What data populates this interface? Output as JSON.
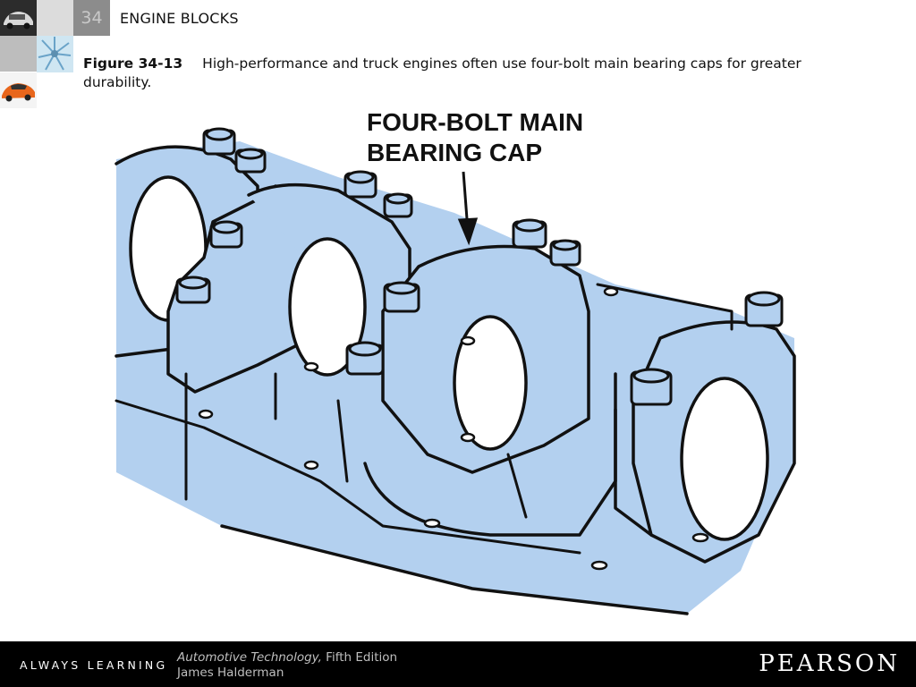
{
  "header": {
    "chapter_number": "34",
    "chapter_title": "ENGINE BLOCKS"
  },
  "caption": {
    "figure_label": "Figure 34-13",
    "text": "High-performance and truck engines often use four-bolt main bearing caps for greater durability."
  },
  "figure": {
    "callout_line1": "FOUR-BOLT MAIN",
    "callout_line2": "BEARING CAP",
    "fill_color": "#b3d0ef"
  },
  "footer": {
    "tagline": "ALWAYS LEARNING",
    "book_title": "Automotive Technology,",
    "edition": " Fifth Edition",
    "author": "James Halderman",
    "brand": "PEARSON"
  }
}
